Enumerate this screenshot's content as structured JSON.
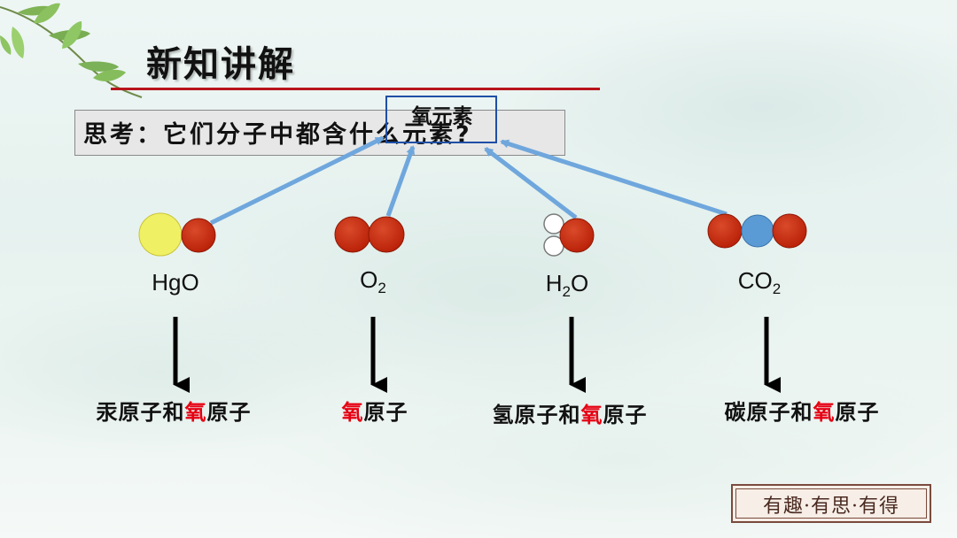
{
  "slide": {
    "title": "新知讲解",
    "question": "思考：它们分子中都含什么元素?",
    "answer": "氧元素"
  },
  "molecules": [
    {
      "formula_main": "HgO",
      "formula_sub": "",
      "label_prefix": "汞原子和",
      "label_highlight": "氧",
      "label_suffix": "原子"
    },
    {
      "formula_main": "O",
      "formula_sub": "2",
      "label_prefix": "",
      "label_highlight": "氧",
      "label_suffix": "原子"
    },
    {
      "formula_main": "H",
      "formula_sub": "2",
      "formula_tail": "O",
      "label_prefix": "氢原子和",
      "label_highlight": "氧",
      "label_suffix": "原子"
    },
    {
      "formula_main": "CO",
      "formula_sub": "2",
      "label_prefix": "碳原子和",
      "label_highlight": "氧",
      "label_suffix": "原子"
    }
  ],
  "footer": {
    "stamp": "有趣·有思·有得"
  },
  "colors": {
    "oxygen": "#cc2a0c",
    "mercury": "#f0f065",
    "hydrogen": "#ffffff",
    "carbon": "#5b9bd5",
    "arrow_blue": "#6fa7dd",
    "highlight_red": "#e60012",
    "title_underline": "#b8141d"
  }
}
